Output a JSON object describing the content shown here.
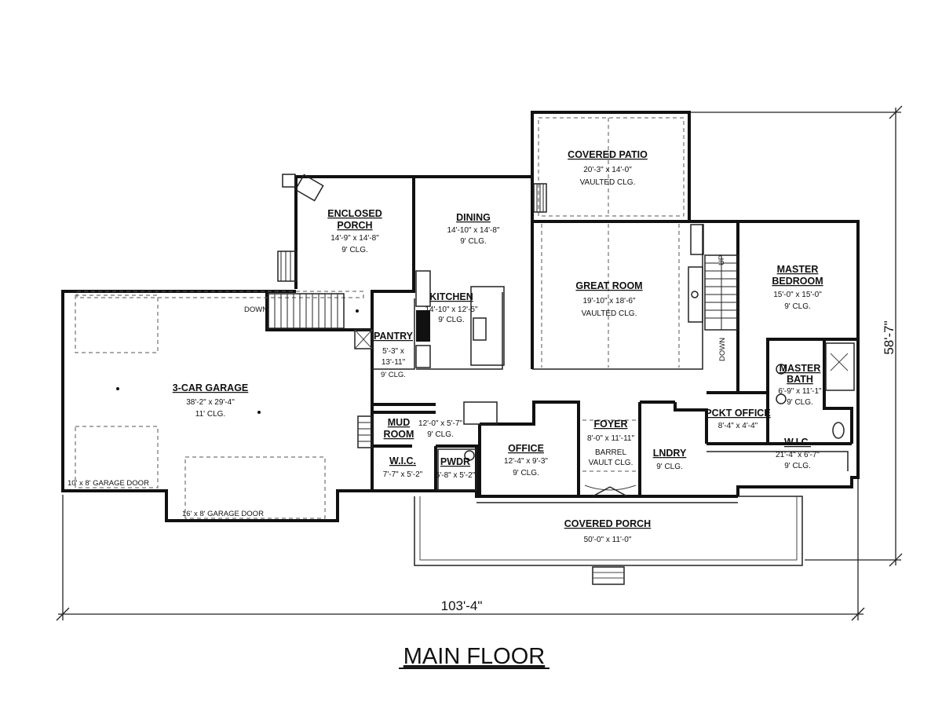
{
  "title": "MAIN FLOOR",
  "overall_width": "103'-4\"",
  "overall_depth": "58'-7\"",
  "rooms": {
    "covered_patio": {
      "name": "COVERED PATIO",
      "size": "20'-3\" x 14'-0\"",
      "ceiling": "VAULTED CLG."
    },
    "enclosed_porch": {
      "name_1": "ENCLOSED",
      "name_2": "PORCH",
      "size": "14'-9\" x 14'-8\"",
      "ceiling": "9' CLG."
    },
    "dining": {
      "name": "DINING",
      "size": "14'-10\" x 14'-8\"",
      "ceiling": "9' CLG."
    },
    "great_room": {
      "name": "GREAT ROOM",
      "size": "19'-10\" x 18'-6\"",
      "ceiling": "VAULTED CLG."
    },
    "master_bedroom": {
      "name_1": "MASTER",
      "name_2": "BEDROOM",
      "size": "15'-0\" x 15'-0\"",
      "ceiling": "9' CLG."
    },
    "kitchen": {
      "name": "KITCHEN",
      "size": "14'-10\" x 12'-5\"",
      "ceiling": "9' CLG."
    },
    "pantry": {
      "name": "PANTRY",
      "size_1": "5'-3\" x",
      "size_2": "13'-11\"",
      "ceiling": "9' CLG."
    },
    "garage": {
      "name": "3-CAR GARAGE",
      "size": "38'-2\" x 29'-4\"",
      "ceiling": "11' CLG."
    },
    "mud_room": {
      "name_1": "MUD",
      "name_2": "ROOM",
      "size": "12'-0\" x 5'-7\"",
      "ceiling": "9' CLG."
    },
    "wic_small": {
      "name": "W.I.C.",
      "size": "7'-7\" x 5'-2\""
    },
    "powder": {
      "name": "PWDR",
      "size": "5'-8\" x 5'-2\""
    },
    "office": {
      "name": "OFFICE",
      "size": "12'-4\" x 9'-3\"",
      "ceiling": "9' CLG."
    },
    "foyer": {
      "name": "FOYER",
      "size": "8'-0\" x 11'-11\"",
      "ceiling_1": "BARREL",
      "ceiling_2": "VAULT CLG."
    },
    "laundry": {
      "name": "LNDRY",
      "ceiling": "9' CLG."
    },
    "pocket_office": {
      "name": "PCKT OFFICE",
      "size": "8'-4\" x 4'-4\""
    },
    "master_bath": {
      "name_1": "MASTER",
      "name_2": "BATH",
      "size": "6'-9\" x 11'-1\"",
      "ceiling": "9' CLG."
    },
    "wic_master": {
      "name": "W.I.C.",
      "size": "21'-4\" x 6'-7\"",
      "ceiling": "9' CLG."
    },
    "covered_porch": {
      "name": "COVERED PORCH",
      "size": "50'-0\" x 11'-0\""
    }
  },
  "labels": {
    "down_garage": "DOWN",
    "down_stair": "DOWN",
    "up_stair": "UP",
    "garage_door_left": "10' x 8' GARAGE DOOR",
    "garage_door_right": "16' x 8' GARAGE DOOR"
  }
}
